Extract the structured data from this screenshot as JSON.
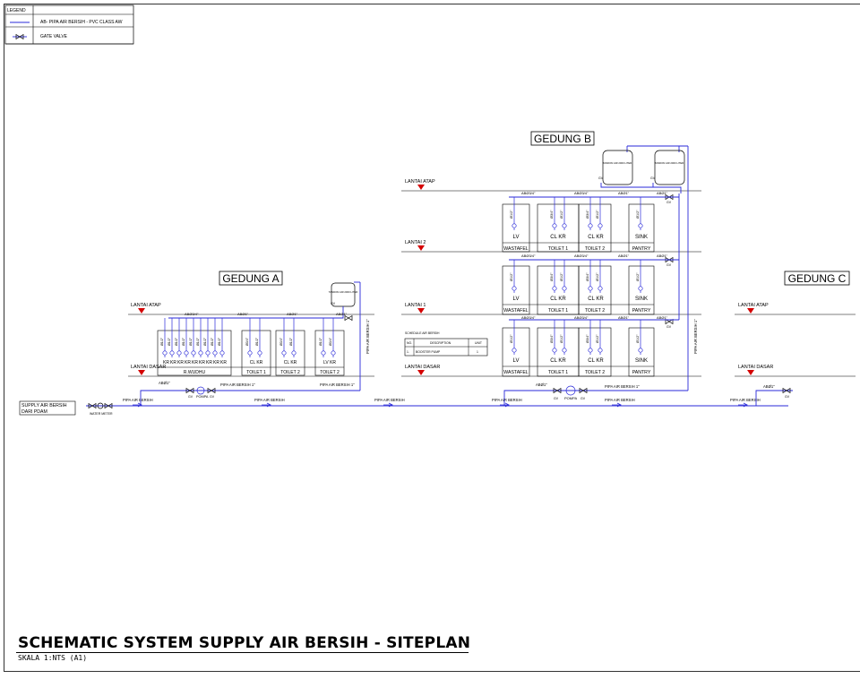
{
  "legend": {
    "title": "LEGEND",
    "pipe_label": "AB- PIPA AIR BERSIH - PVC CLASS AW",
    "valve_label": "GATE VALVE"
  },
  "buildings": {
    "a": "GEDUNG A",
    "b": "GEDUNG B",
    "c": "GEDUNG C"
  },
  "floors": {
    "atap": "LANTAI ATAP",
    "dasar": "LANTAI DASAR",
    "lt1": "LANTAI 1",
    "lt2": "LANTAI 2"
  },
  "supply": {
    "line1": "SUPPLY AIR BERSIH",
    "line2": "DARI PDAM",
    "meter": "WATER METER"
  },
  "pipe_labels": {
    "pipa_air_bersih": "PIPA AIR BERSIH",
    "pipa_air_bersih_1": "PIPA AIR BERSIH 1\"",
    "ab1": "ABØ1\"",
    "ab34": "ABØ3/4\"",
    "size12": "Ø1/2\"",
    "size34": "Ø3/4\"",
    "gv": "GV",
    "pompa": "POMPA"
  },
  "tank_label": "TANDON AIR 2000 LITER",
  "fixtures": {
    "lv": "LV",
    "kr": "KR",
    "cl": "CL",
    "sink": "SINK",
    "cl_kr": "CL  KR",
    "lv_kr": "LV  KR"
  },
  "rooms": {
    "r_wudhu": "R.WUDHU",
    "toilet1": "TOILET 1",
    "toilet2": "TOILET 2",
    "wastafel": "WASTAFEL",
    "pantry": "PANTRY"
  },
  "schedule": {
    "title": "SCHEDULE AIR BERSIH",
    "h_no": "NO.",
    "h_desc": "DESCRIPTION",
    "h_unit": "UNIT",
    "row_no": "1.",
    "row_desc": "BOOSTER PUMP",
    "row_unit": "1"
  },
  "title": {
    "main": "SCHEMATIC SYSTEM SUPPLY AIR BERSIH - SITEPLAN",
    "scale": "SKALA 1:NTS (A1)"
  },
  "colors": {
    "pipe": "#2a2ad8",
    "line": "#000000",
    "marker": "#d40000"
  }
}
